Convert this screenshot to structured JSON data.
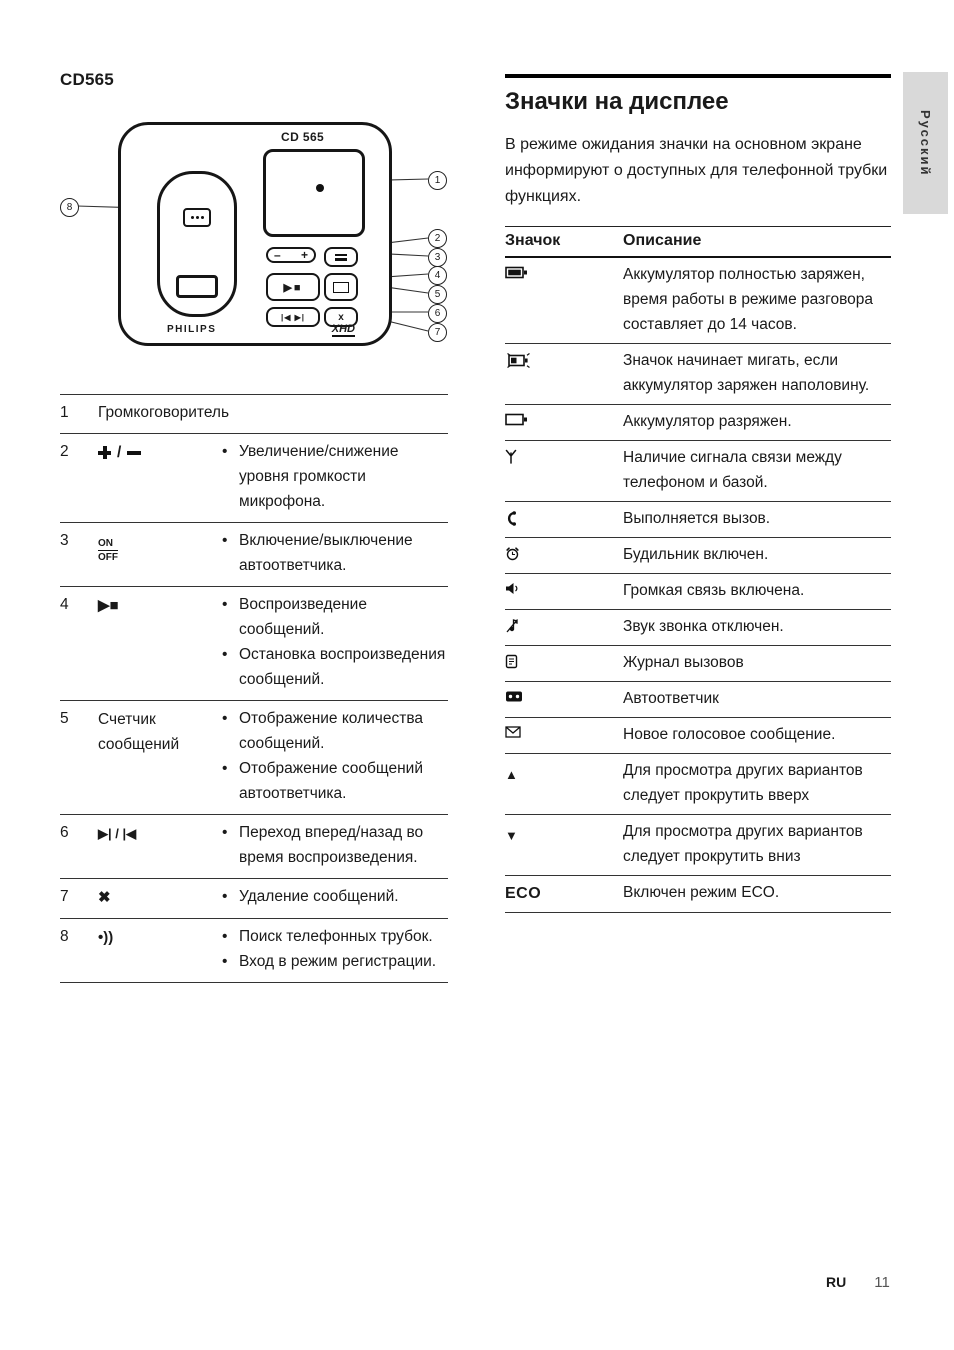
{
  "page": {
    "heading": "CD565",
    "side_tab": "Русский",
    "footer": {
      "lang": "RU",
      "page": "11"
    }
  },
  "figure": {
    "model": "CD 565",
    "brand": "PHILIPS",
    "badge": "XHD",
    "buttons": {
      "volume_minus": "–",
      "volume_plus": "+",
      "play_stop": "▶■",
      "skip": "|◀ ▶|",
      "delete": "x"
    },
    "callouts": [
      "1",
      "2",
      "3",
      "4",
      "5",
      "6",
      "7",
      "8"
    ]
  },
  "key_table": {
    "bullet": "•",
    "rows": [
      {
        "num": "1",
        "label": "Громкоговоритель",
        "items": []
      },
      {
        "num": "2",
        "icon": "volume-plus-minus",
        "slash": "/",
        "items": [
          "Увеличение/снижение уровня громкости микрофона."
        ]
      },
      {
        "num": "3",
        "icon": "on-off",
        "on": "ON",
        "off": "OFF",
        "items": [
          "Включение/выключение автоответчика."
        ]
      },
      {
        "num": "4",
        "icon": "play-stop",
        "glyph": "▶■",
        "items": [
          "Воспроизведение сообщений.",
          "Остановка воспроизведения сообщений."
        ]
      },
      {
        "num": "5",
        "label": "Счетчик сообщений",
        "items": [
          "Отображение количества сообщений.",
          "Отображение сообщений автоответчика."
        ]
      },
      {
        "num": "6",
        "icon": "skip-forward-back",
        "glyph": "▶| / |◀",
        "items": [
          "Переход вперед/назад во время воспроизведения."
        ]
      },
      {
        "num": "7",
        "icon": "delete",
        "glyph": "✖",
        "items": [
          "Удаление сообщений."
        ]
      },
      {
        "num": "8",
        "icon": "paging",
        "glyph": "•))",
        "items": [
          "Поиск телефонных трубок.",
          "Вход в режим регистрации."
        ]
      }
    ]
  },
  "icons_section": {
    "title": "Значки на дисплее",
    "intro": "В режиме ожидания значки на основном экране информируют о доступных для телефонной трубки функциях.",
    "col_icon": "Значок",
    "col_desc": "Описание",
    "rows": [
      {
        "icon": "battery-full",
        "desc": "Аккумулятор полностью заряжен, время работы в режиме разговора составляет до 14 часов."
      },
      {
        "icon": "battery-blinking",
        "desc": "Значок начинает мигать, если аккумулятор заряжен наполовину."
      },
      {
        "icon": "battery-empty",
        "desc": "Аккумулятор разряжен."
      },
      {
        "icon": "signal",
        "desc": "Наличие сигнала связи между телефоном и базой."
      },
      {
        "icon": "call-in-progress",
        "desc": "Выполняется вызов."
      },
      {
        "icon": "alarm",
        "desc": "Будильник включен."
      },
      {
        "icon": "speakerphone",
        "desc": "Громкая связь включена."
      },
      {
        "icon": "ringer-off",
        "desc": "Звук звонка отключен."
      },
      {
        "icon": "call-log",
        "desc": "Журнал вызовов"
      },
      {
        "icon": "answering-machine",
        "desc": "Автоответчик"
      },
      {
        "icon": "voicemail",
        "desc": "Новое голосовое сообщение."
      },
      {
        "icon": "scroll-up",
        "glyph": "▲",
        "desc": "Для просмотра других вариантов следует прокрутить вверх"
      },
      {
        "icon": "scroll-down",
        "glyph": "▼",
        "desc": "Для просмотра других вариантов следует прокрутить вниз"
      },
      {
        "icon": "eco",
        "glyph": "ECO",
        "desc": "Включен режим ECO."
      }
    ]
  }
}
